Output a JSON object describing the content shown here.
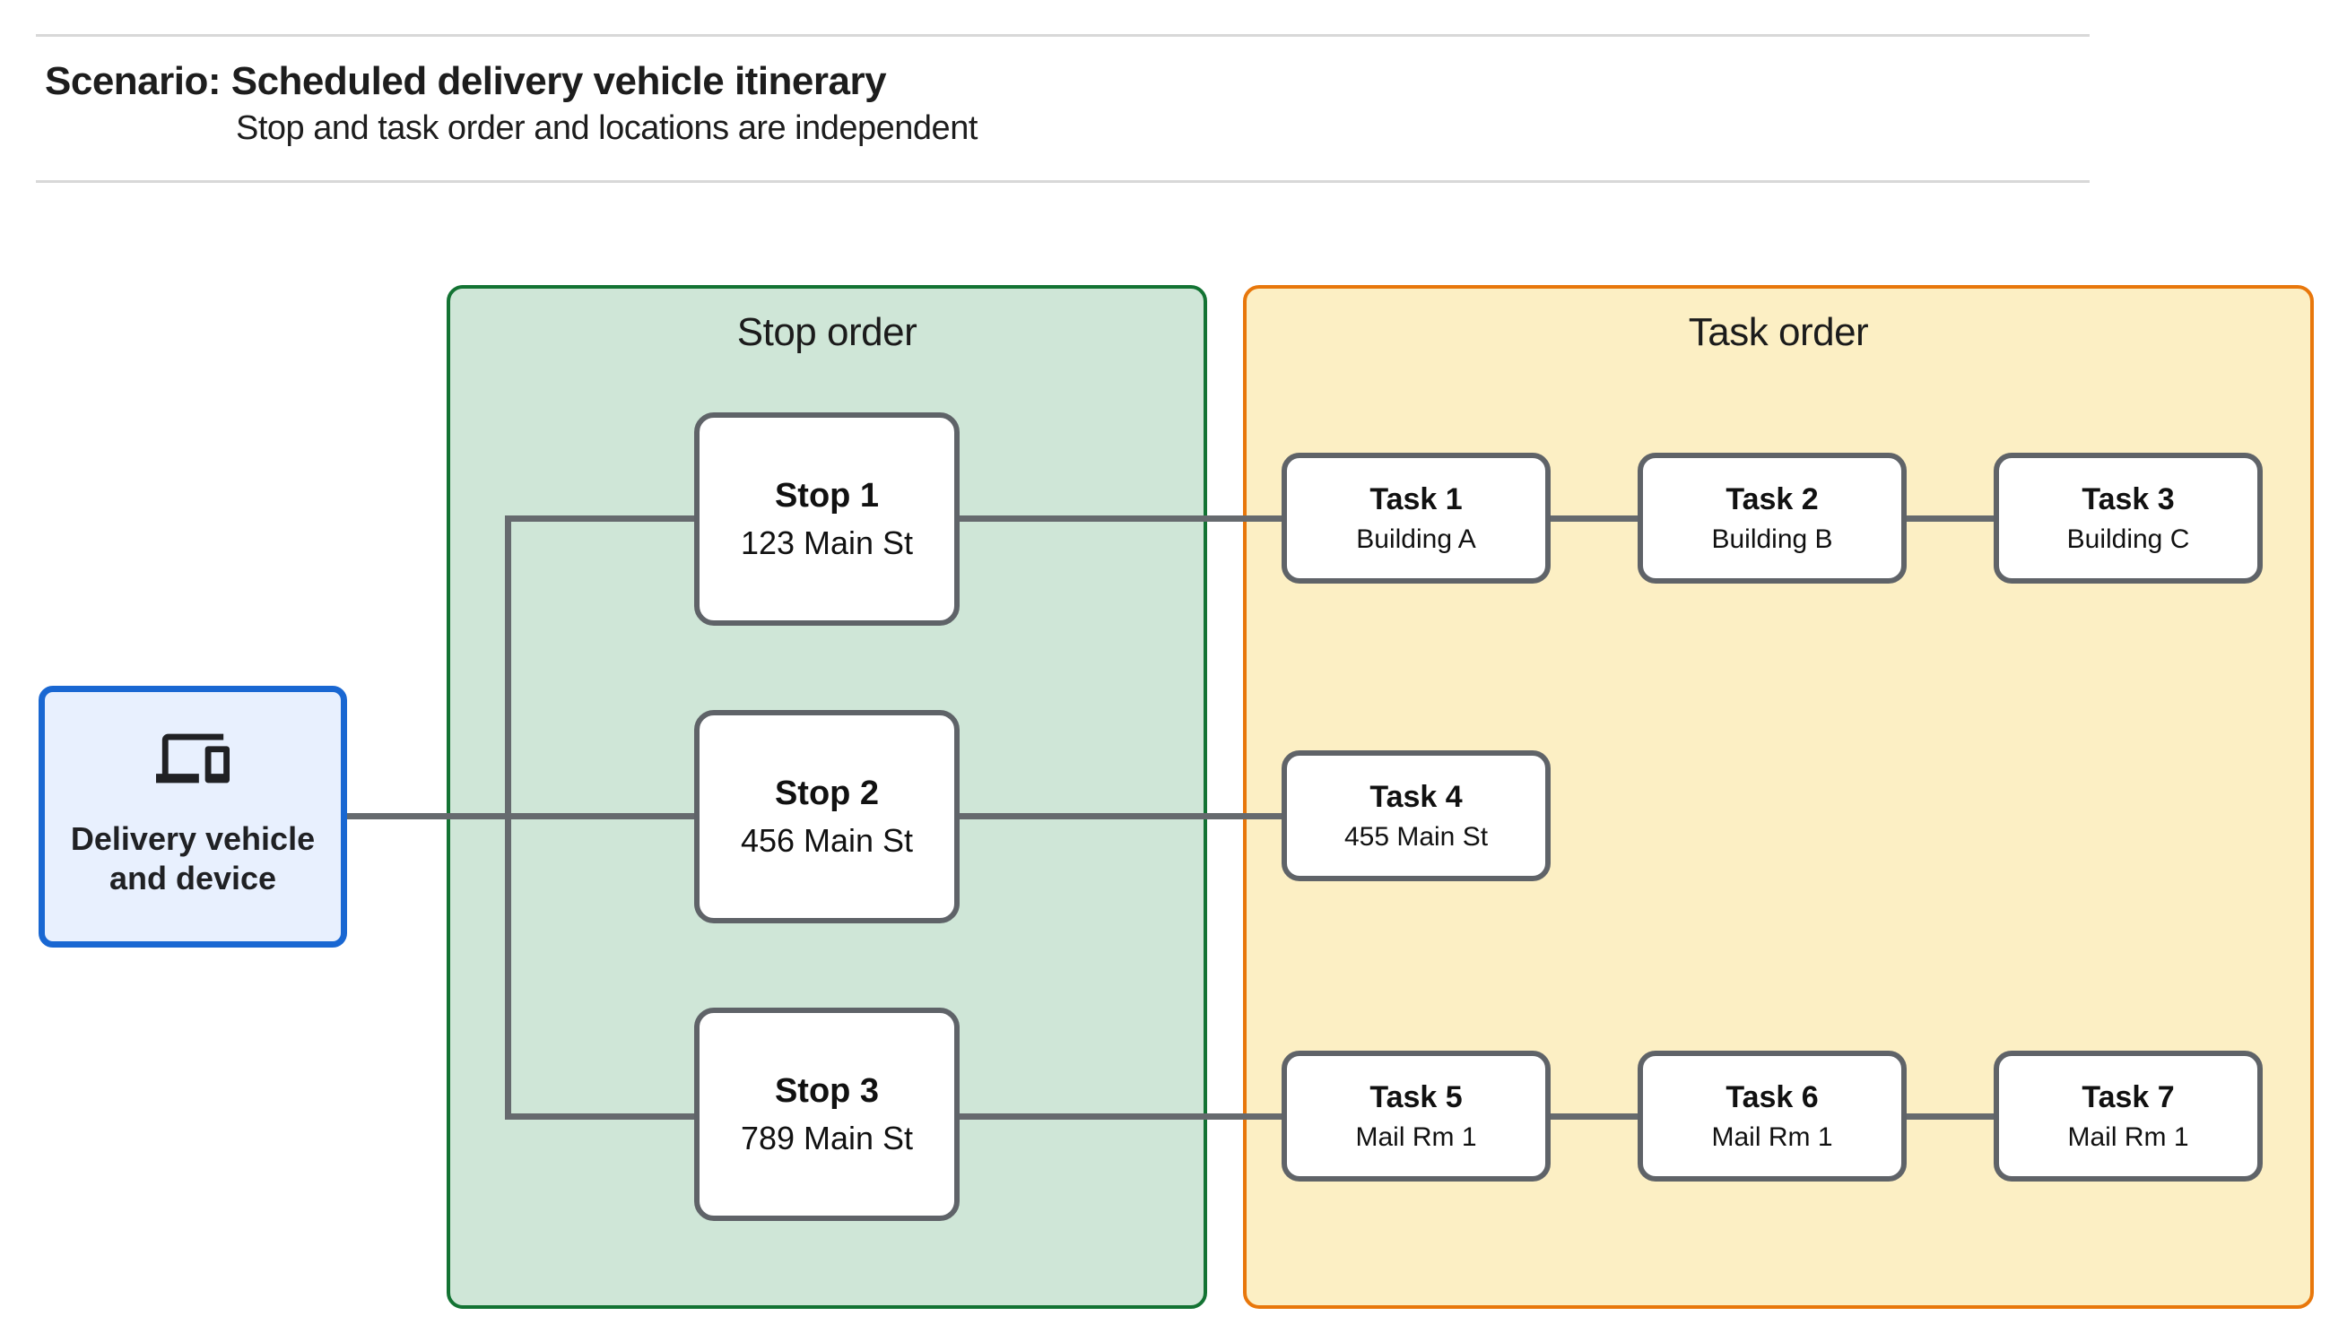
{
  "header": {
    "title": "Scenario: Scheduled delivery vehicle itinerary",
    "subtitle": "Stop and task order and locations are independent"
  },
  "source": {
    "label": "Delivery vehicle and device",
    "icon": "devices-icon"
  },
  "panels": [
    {
      "title": "Stop order",
      "fill": "#cfe6d7",
      "border": "#137333"
    },
    {
      "title": "Task order",
      "fill": "#fcefc4",
      "border": "#e8770b"
    }
  ],
  "stops": [
    {
      "title": "Stop 1",
      "subtitle": "123 Main St"
    },
    {
      "title": "Stop 2",
      "subtitle": "456 Main St"
    },
    {
      "title": "Stop 3",
      "subtitle": "789 Main St"
    }
  ],
  "task_rows": [
    [
      {
        "title": "Task 1",
        "subtitle": "Building A"
      },
      {
        "title": "Task 2",
        "subtitle": "Building B"
      },
      {
        "title": "Task 3",
        "subtitle": "Building C"
      }
    ],
    [
      {
        "title": "Task 4",
        "subtitle": "455 Main St"
      }
    ],
    [
      {
        "title": "Task 5",
        "subtitle": "Mail Rm 1"
      },
      {
        "title": "Task 6",
        "subtitle": "Mail Rm 1"
      },
      {
        "title": "Task 7",
        "subtitle": "Mail Rm 1"
      }
    ]
  ],
  "edges": [
    "Delivery vehicle and device -> Stop 1",
    "Delivery vehicle and device -> Stop 2",
    "Delivery vehicle and device -> Stop 3",
    "Stop 1 -> Task 1",
    "Task 1 -> Task 2",
    "Task 2 -> Task 3",
    "Stop 2 -> Task 4",
    "Stop 3 -> Task 5",
    "Task 5 -> Task 6",
    "Task 6 -> Task 7"
  ],
  "colors": {
    "source_fill": "#e8f0fe",
    "source_border": "#1967d2",
    "stop_panel_fill": "#cfe6d7",
    "stop_panel_border": "#137333",
    "task_panel_fill": "#fcefc4",
    "task_panel_border": "#e8770b",
    "node_border": "#5f6368",
    "connector": "#666a6e",
    "divider": "#d8d8d8",
    "text": "#1f1f1f"
  }
}
